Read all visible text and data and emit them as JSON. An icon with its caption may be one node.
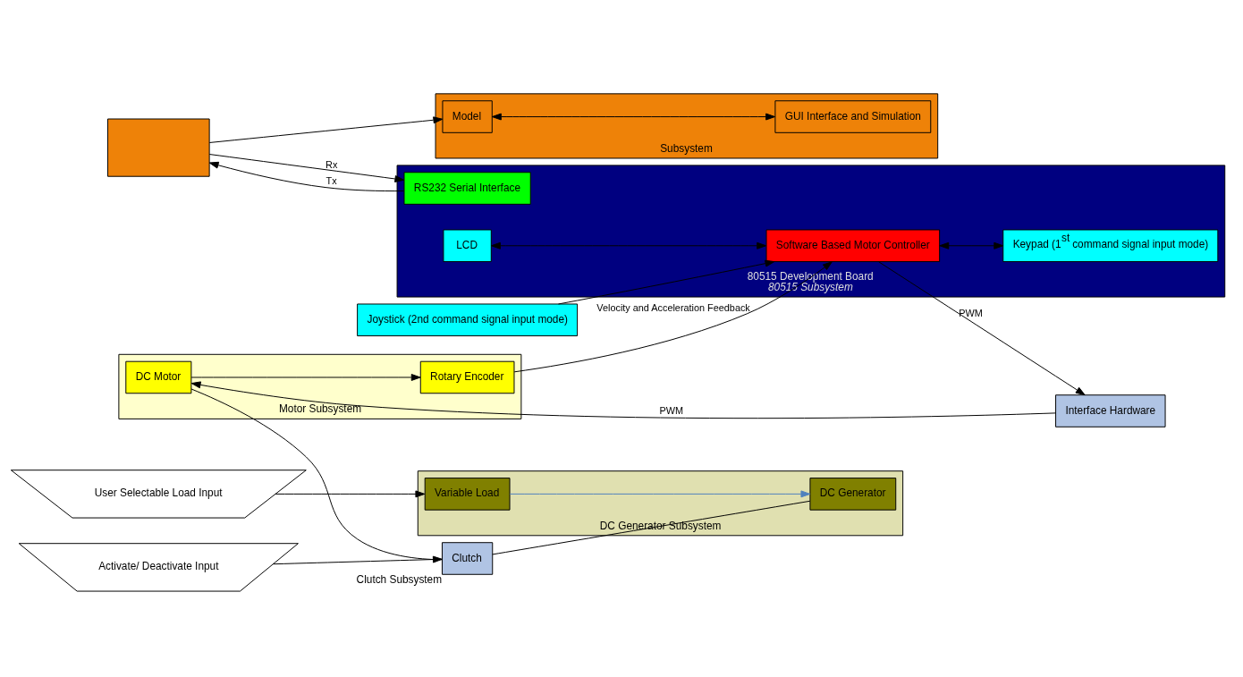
{
  "diagram": {
    "nodes": [
      {
        "text": [],
        "shape": "box"
      },
      {
        "text": [
          "Subsystem"
        ]
      },
      {
        "text": [
          "Model"
        ],
        "in": 1
      },
      {
        "text": [
          "GUI Interface and Simulation"
        ],
        "in": 1
      },
      {
        "text": [
          "80515 Development Board"
        ],
        "beside": [
          "80515 Subsystem"
        ]
      },
      {
        "text": [
          "RS232 Serial Interface"
        ],
        "in": 4
      },
      {
        "text": [
          "Keypad (1$^{st}$ command signal input mode)"
        ],
        "in": 4
      },
      {
        "text": [
          "LCD"
        ],
        "in": 4
      },
      {
        "text": [
          "Software Based Motor Controller"
        ],
        "in": 4
      },
      {
        "text": [
          "Joystick (2nd command signal input mode)"
        ]
      },
      {
        "text": [
          "Interface Hardware"
        ]
      },
      {
        "text": [
          "Motor Subsystem"
        ]
      },
      {
        "text": [
          "DC Motor"
        ],
        "in": 11
      },
      {
        "text": [
          "Rotary Encoder"
        ],
        "in": 11
      },
      {
        "text": [
          "Activate/ Deactivate Input"
        ]
      },
      {
        "text": [
          "Clutch"
        ],
        "beside": [
          "Clutch Subsystem"
        ]
      },
      {
        "text": [
          "DC Generator Subsystem"
        ]
      },
      {
        "text": [
          "DC Generator"
        ],
        "in": 16
      },
      {
        "text": [
          "Variable Load"
        ],
        "in": 16
      },
      {
        "text": [
          "User Selectable Load Input"
        ]
      }
    ],
    "edges": [
      {
        "from": 0,
        "to": 2,
        "arrow": "to"
      },
      {
        "from": 0,
        "to": 5,
        "arrow": "to",
        "label": "Rx"
      },
      {
        "from": 5,
        "to": 0,
        "arrow": "to",
        "label": "Tx"
      },
      {
        "from": 2,
        "to": 3,
        "arrow": "both"
      },
      {
        "from": 8,
        "to": 6,
        "arrow": "both"
      },
      {
        "from": 7,
        "to": 8,
        "arrow": "both"
      },
      {
        "from": 8,
        "to": 10,
        "arrow": "to",
        "label": "PWM"
      },
      {
        "from": 10,
        "to": 12,
        "arrow": "to",
        "label": "PWM"
      },
      {
        "from": 12,
        "to": 13,
        "arrow": "to"
      },
      {
        "from": 13,
        "to": 8,
        "arrow": "to",
        "label": "Velocity and Acceleration Feedback"
      },
      {
        "from": 9,
        "to": 8,
        "arrow": "to"
      },
      {
        "from": 14,
        "to": 15,
        "arrow": "to"
      },
      {
        "from": 12,
        "to": 15,
        "arrow": "none"
      },
      {
        "from": 15,
        "to": 17,
        "arrow": "none"
      },
      {
        "from": 18,
        "to": 17,
        "arrow": "to",
        "color": "#4f81bd"
      },
      {
        "from": 19,
        "to": 18,
        "arrow": "to"
      }
    ]
  }
}
